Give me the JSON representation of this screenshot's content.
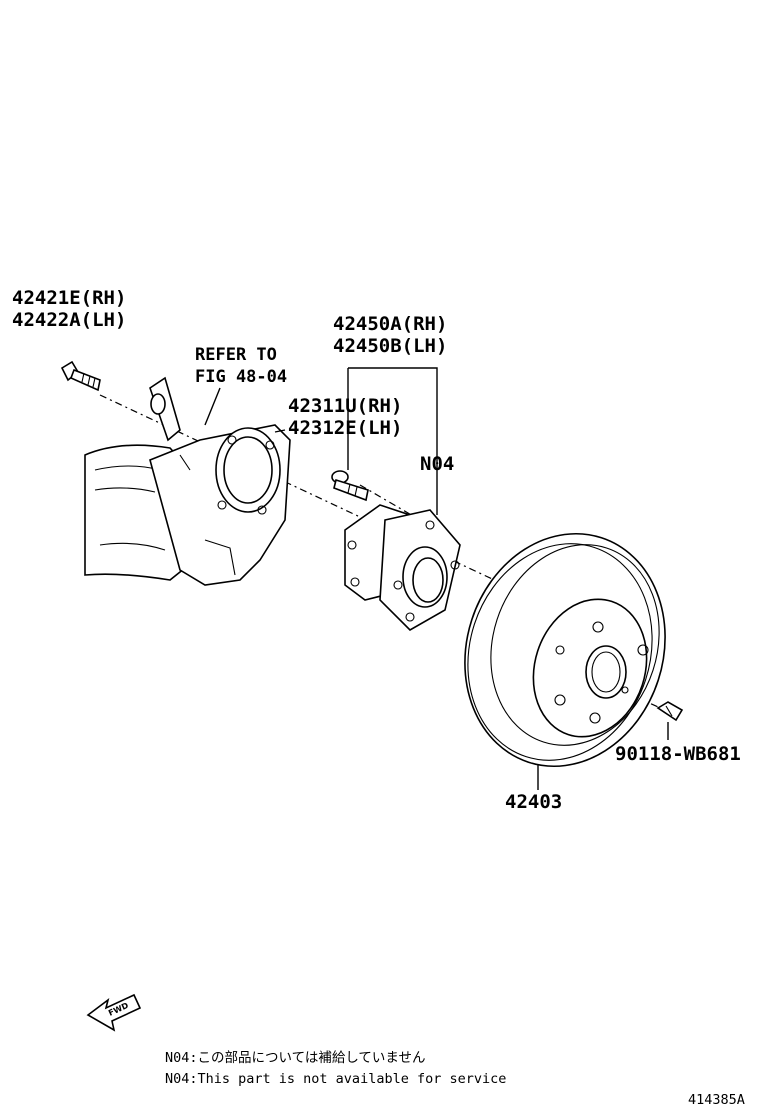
{
  "labels": {
    "bolt_upper_rh": "42421E(RH)",
    "bolt_upper_lh": "42422A(LH)",
    "refer_line1": "REFER TO",
    "refer_line2": "FIG 48-04",
    "hub_rh": "42450A(RH)",
    "hub_lh": "42450B(LH)",
    "stud_rh": "42311U(RH)",
    "stud_lh": "42312E(LH)",
    "n04": "N04",
    "drum": "42403",
    "screw": "90118-WB681",
    "fwd": "FWD"
  },
  "notes": {
    "note_jp": "N04:この部品については補給していません",
    "note_en": "N04:This part is not available for service"
  },
  "figure_id": "414385A"
}
